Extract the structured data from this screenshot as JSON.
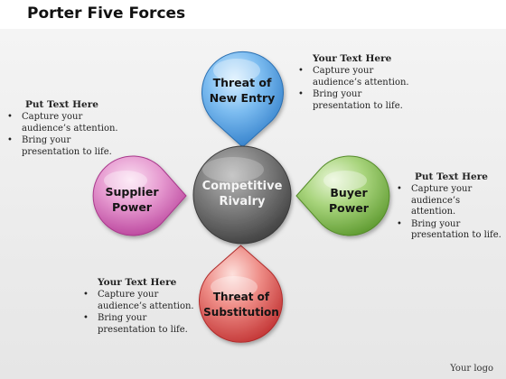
{
  "title": "Porter Five Forces",
  "forces": {
    "top": {
      "lines": [
        "Threat of",
        "New Entry"
      ],
      "color": "#4a9be0"
    },
    "left": {
      "lines": [
        "Supplier",
        "Power"
      ],
      "color": "#d25fb2"
    },
    "center": {
      "lines": [
        "Competitive",
        "Rivalry"
      ],
      "color": "#6b6b6b"
    },
    "right": {
      "lines": [
        "Buyer",
        "Power"
      ],
      "color": "#7ab24a"
    },
    "bottom": {
      "lines": [
        "Threat of",
        "Substitution"
      ],
      "color": "#dc4e4e"
    }
  },
  "notes": {
    "top_right": {
      "title": "Your Text Here",
      "bullets": [
        [
          "Capture your",
          "audience’s attention."
        ],
        [
          "Bring your",
          "presentation to life."
        ]
      ]
    },
    "left": {
      "title": "Put Text Here",
      "bullets": [
        [
          "Capture your",
          "audience’s attention."
        ],
        [
          "Bring your",
          "presentation to life."
        ]
      ]
    },
    "right": {
      "title": "Put Text Here",
      "bullets": [
        [
          "Capture your",
          "audience’s attention."
        ],
        [
          "Bring your",
          "presentation to life."
        ]
      ]
    },
    "bottom_left": {
      "title": "Your Text Here",
      "bullets": [
        [
          "Capture your",
          "audience’s attention."
        ],
        [
          "Bring your",
          "presentation to life."
        ]
      ]
    }
  },
  "logo_text": "Your logo"
}
